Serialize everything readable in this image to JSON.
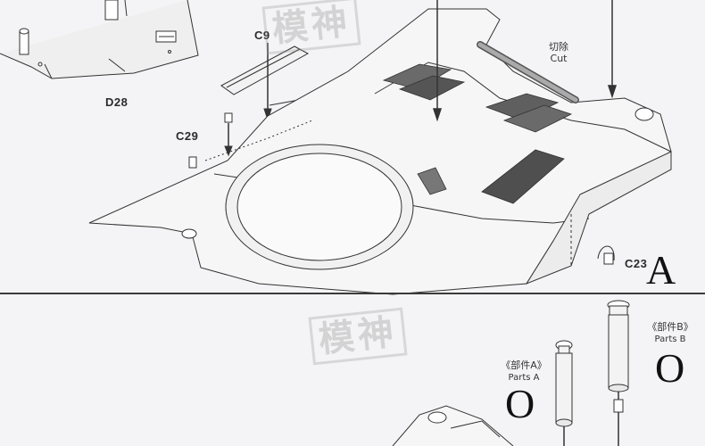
{
  "labels": {
    "d28": "D28",
    "c9": "C9",
    "c29": "C29",
    "c23": "C23",
    "cut_cn": "切除",
    "cut_en": "Cut"
  },
  "markers": {
    "top_letter": "A",
    "parts_a_letter": "O",
    "parts_b_letter": "O"
  },
  "parts": {
    "a_cn": "《部件A》",
    "a_en": "Parts A",
    "b_cn": "《部件B》",
    "b_en": "Parts B"
  },
  "watermark": {
    "text": "模神"
  }
}
